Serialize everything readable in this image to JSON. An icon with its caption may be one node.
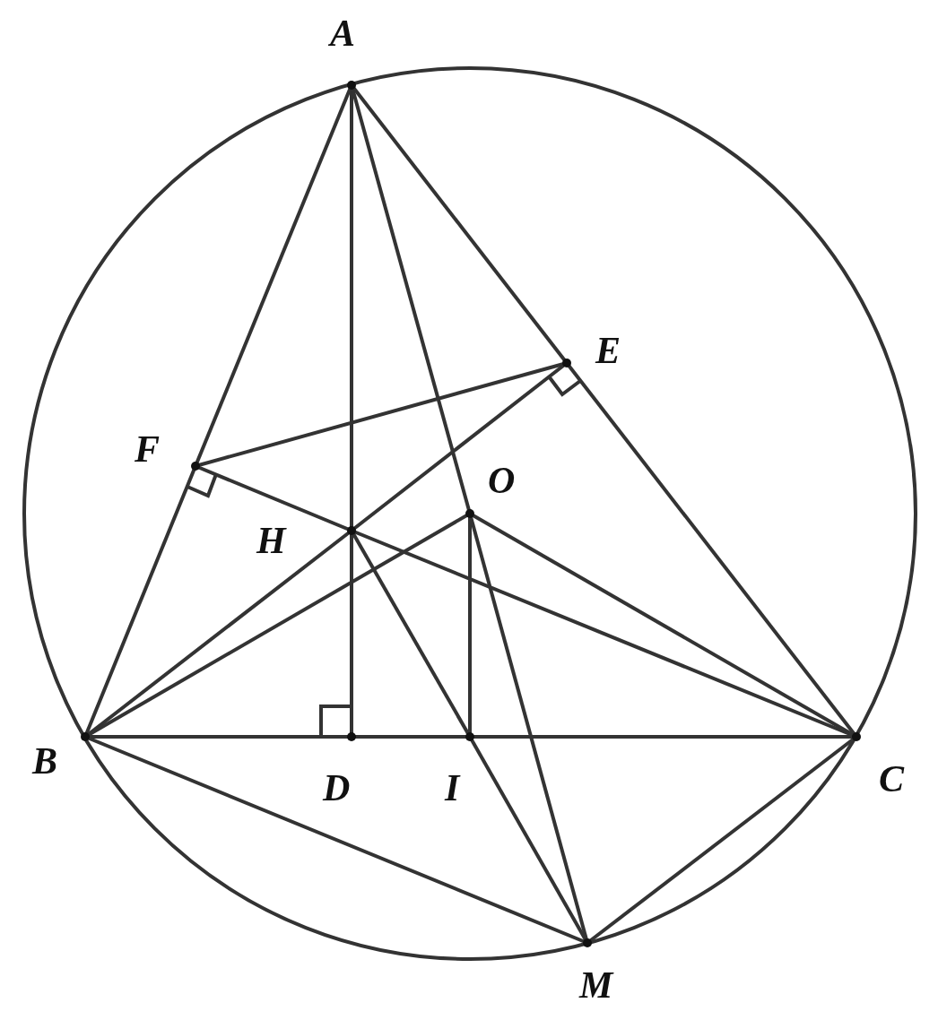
{
  "diagram": {
    "nodes": [
      {
        "text": [
          "A"
        ]
      },
      {
        "text": [
          "E"
        ]
      },
      {
        "text": [
          "F"
        ]
      },
      {
        "text": [
          "O"
        ]
      },
      {
        "text": [
          "H"
        ]
      },
      {
        "text": [
          "B"
        ]
      },
      {
        "text": [
          "D"
        ]
      },
      {
        "text": [
          "I"
        ]
      },
      {
        "text": [
          "C"
        ]
      },
      {
        "text": [
          "M"
        ]
      }
    ],
    "edges": [
      {
        "from": 0,
        "to": 2,
        "arrow": "none"
      },
      {
        "from": 2,
        "to": 5,
        "arrow": "none"
      },
      {
        "from": 0,
        "to": 1,
        "arrow": "none"
      },
      {
        "from": 1,
        "to": 8,
        "arrow": "none"
      },
      {
        "from": 0,
        "to": 4,
        "arrow": "none"
      },
      {
        "from": 4,
        "to": 6,
        "arrow": "none"
      },
      {
        "from": 0,
        "to": 3,
        "arrow": "none"
      },
      {
        "from": 3,
        "to": 9,
        "arrow": "none"
      },
      {
        "from": 2,
        "to": 1,
        "arrow": "none"
      },
      {
        "from": 5,
        "to": 4,
        "arrow": "none"
      },
      {
        "from": 4,
        "to": 1,
        "arrow": "none"
      },
      {
        "from": 8,
        "to": 4,
        "arrow": "none"
      },
      {
        "from": 4,
        "to": 2,
        "arrow": "none"
      },
      {
        "from": 5,
        "to": 3,
        "arrow": "none"
      },
      {
        "from": 3,
        "to": 8,
        "arrow": "none"
      },
      {
        "from": 3,
        "to": 7,
        "arrow": "none"
      },
      {
        "from": 4,
        "to": 7,
        "arrow": "none"
      },
      {
        "from": 7,
        "to": 9,
        "arrow": "none"
      },
      {
        "from": 5,
        "to": 6,
        "arrow": "none"
      },
      {
        "from": 6,
        "to": 7,
        "arrow": "none"
      },
      {
        "from": 7,
        "to": 8,
        "arrow": "none"
      },
      {
        "from": 5,
        "to": 9,
        "arrow": "none"
      },
      {
        "from": 8,
        "to": 9,
        "arrow": "none"
      }
    ]
  }
}
